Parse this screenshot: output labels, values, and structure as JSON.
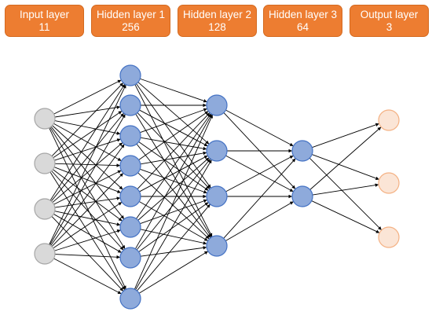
{
  "layers": [
    {
      "name": "Input layer",
      "size": "11",
      "nodes_drawn": 4,
      "node_fill": "#d9d9d9",
      "node_stroke": "#a6a6a6"
    },
    {
      "name": "Hidden layer 1",
      "size": "256",
      "nodes_drawn": 8,
      "node_fill": "#8eaadb",
      "node_stroke": "#4472c4"
    },
    {
      "name": "Hidden layer 2",
      "size": "128",
      "nodes_drawn": 4,
      "node_fill": "#8eaadb",
      "node_stroke": "#4472c4"
    },
    {
      "name": "Hidden layer 3",
      "size": "64",
      "nodes_drawn": 2,
      "node_fill": "#8eaadb",
      "node_stroke": "#4472c4"
    },
    {
      "name": "Output layer",
      "size": "3",
      "nodes_drawn": 3,
      "node_fill": "#fbe5d6",
      "node_stroke": "#f4b183"
    }
  ],
  "colors": {
    "header_box": "#ed7d31",
    "header_text": "#ffffff",
    "connection": "#000000"
  },
  "connections": "fully-connected between adjacent layers"
}
